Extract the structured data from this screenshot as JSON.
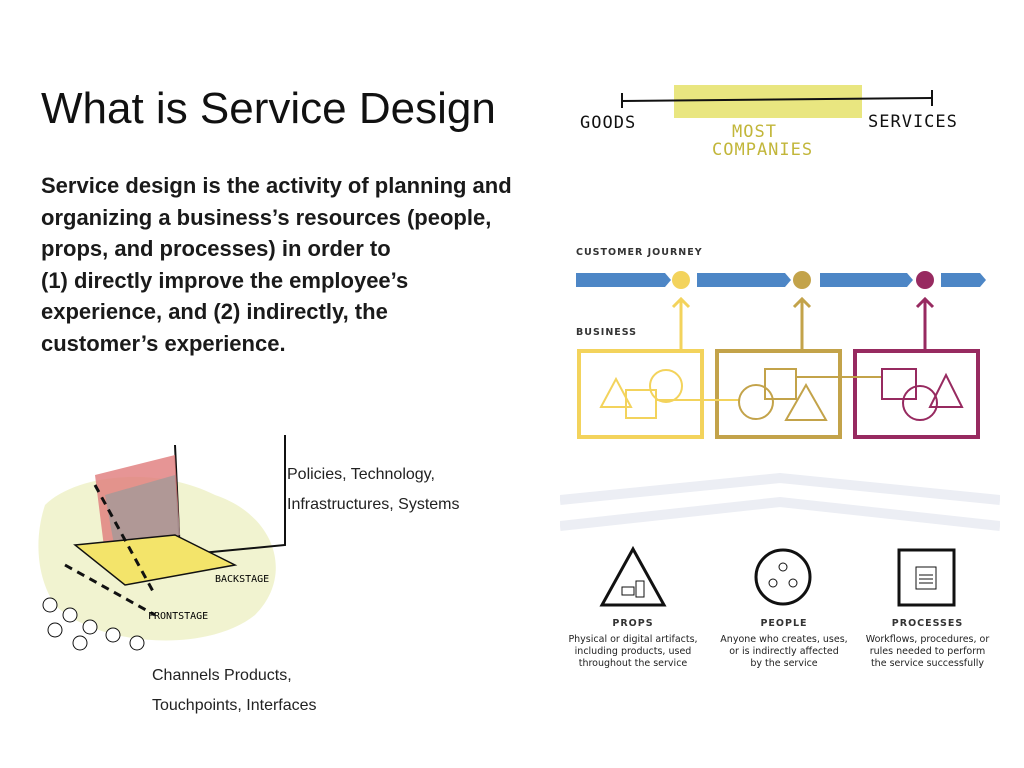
{
  "slide": {
    "title": "What is Service Design",
    "body_lines": [
      "Service design is the activity of planning and",
      "organizing a business’s resources (people,",
      "props, and processes) in order to",
      "(1) directly improve the employee’s",
      "experience, and (2) indirectly, the",
      "customer’s experience."
    ]
  },
  "spectrum": {
    "left": "GOODS",
    "right": "SERVICES",
    "middle_1": "MOST",
    "middle_2": "COMPANIES"
  },
  "journey": {
    "customer_label": "CUSTOMER JOURNEY",
    "business_label": "BUSINESS",
    "colors": [
      "#f3d35c",
      "#c3a34a",
      "#972a60"
    ],
    "arrow_color": "#4d86c6"
  },
  "stage": {
    "back_label": "BACKSTAGE",
    "front_label": "FRONTSTAGE"
  },
  "labels": {
    "back_1": "Policies, Technology,",
    "back_2": "Infrastructures, Systems",
    "front_1": "Channels Products,",
    "front_2": "Touchpoints, Interfaces"
  },
  "pillars": [
    {
      "title": "PROPS",
      "desc": [
        "Physical or digital artifacts,",
        "including products, used",
        "throughout the service"
      ]
    },
    {
      "title": "PEOPLE",
      "desc": [
        "Anyone who creates, uses,",
        "or is indirectly affected",
        "by the service"
      ]
    },
    {
      "title": "PROCESSES",
      "desc": [
        "Workflows, procedures, or",
        "rules needed to perform",
        "the service successfully"
      ]
    }
  ]
}
